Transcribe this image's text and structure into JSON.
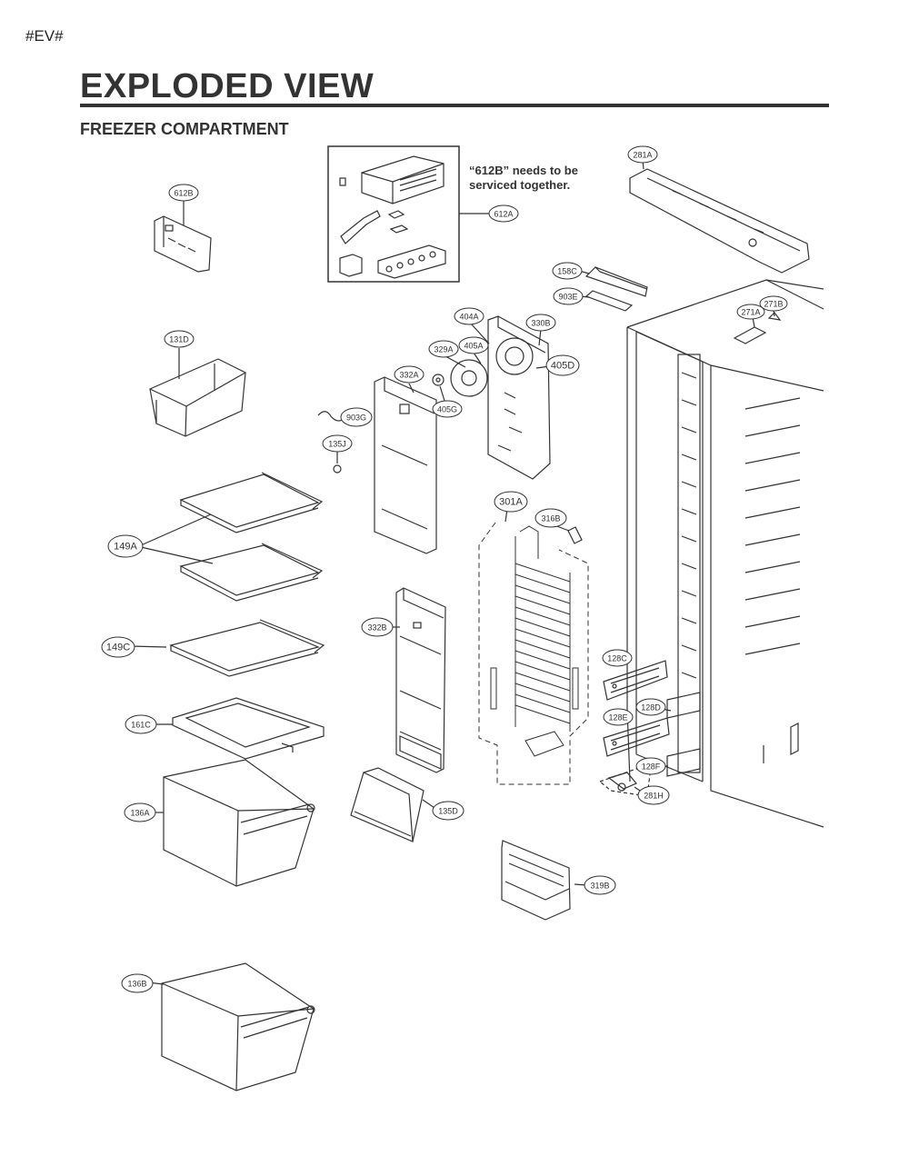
{
  "page_code": "#EV#",
  "title": "EXPLODED VIEW",
  "subtitle": "FREEZER COMPARTMENT",
  "note": {
    "line1": "“612B” needs to be",
    "line2": "serviced together."
  },
  "callouts": [
    "281A",
    "612B",
    "612A",
    "158C",
    "903E",
    "271B",
    "271A",
    "404A",
    "330B",
    "131D",
    "405A",
    "329A",
    "405D",
    "332A",
    "405G",
    "903G",
    "135J",
    "301A",
    "316B",
    "149A",
    "332B",
    "149C",
    "128C",
    "128D",
    "128E",
    "161C",
    "128F",
    "281H",
    "136A",
    "135D",
    "319B",
    "136B"
  ]
}
